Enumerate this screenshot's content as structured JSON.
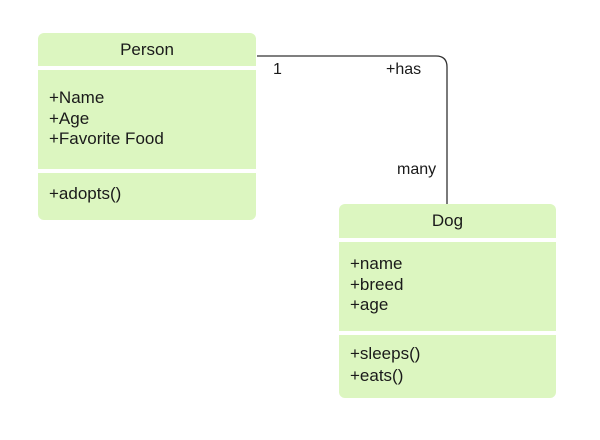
{
  "classes": {
    "person": {
      "name": "Person",
      "attributes": [
        "+Name",
        "+Age",
        "+Favorite Food"
      ],
      "methods": [
        "+adopts()"
      ]
    },
    "dog": {
      "name": "Dog",
      "attributes": [
        "+name",
        "+breed",
        "+age"
      ],
      "methods": [
        "+sleeps()",
        "+eats()"
      ]
    }
  },
  "association": {
    "source_multiplicity": "1",
    "role": "+has",
    "target_multiplicity": "many",
    "line_color": "#333333"
  },
  "colors": {
    "class_fill": "#dcf6c0",
    "text": "#1a1a1a"
  }
}
